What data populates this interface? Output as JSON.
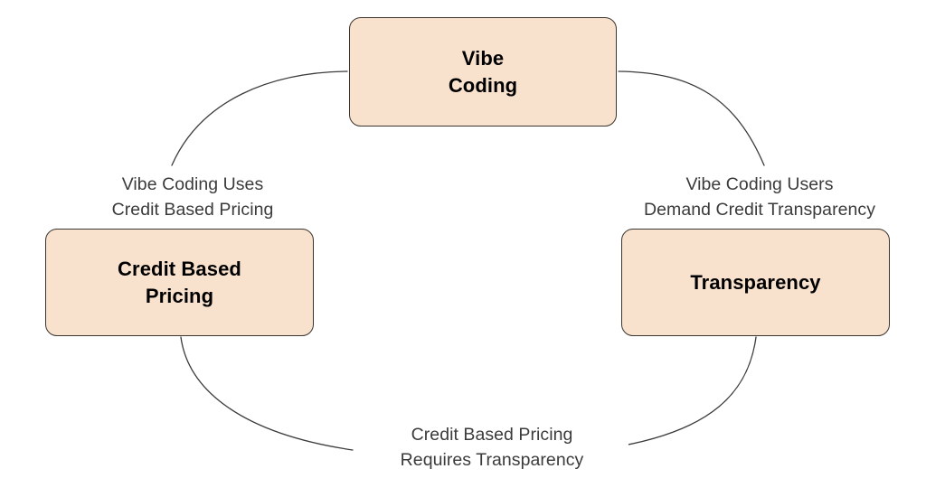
{
  "diagram": {
    "type": "cycle",
    "title": "",
    "background_color": "#ffffff",
    "node_fill_color": "#f9e2cd",
    "node_border_color": "#3b352f",
    "node_text_color": "#000000",
    "edge_color": "#3b3b3b",
    "edge_label_color": "#3b3b3b",
    "nodes": [
      {
        "id": "vibe-coding",
        "label": "Vibe\nCoding"
      },
      {
        "id": "credit-based-pricing",
        "label": "Credit Based\nPricing"
      },
      {
        "id": "transparency",
        "label": "Transparency"
      }
    ],
    "edges": [
      {
        "id": "vibe-coding-to-credit-based-pricing",
        "from": "vibe-coding",
        "to": "credit-based-pricing",
        "label": "Vibe Coding Uses\nCredit Based Pricing"
      },
      {
        "id": "credit-based-pricing-to-transparency",
        "from": "credit-based-pricing",
        "to": "transparency",
        "label": "Credit Based Pricing\nRequires Transparency"
      },
      {
        "id": "vibe-coding-to-transparency",
        "from": "vibe-coding",
        "to": "transparency",
        "label": "Vibe Coding Users\nDemand Credit Transparency"
      }
    ]
  }
}
